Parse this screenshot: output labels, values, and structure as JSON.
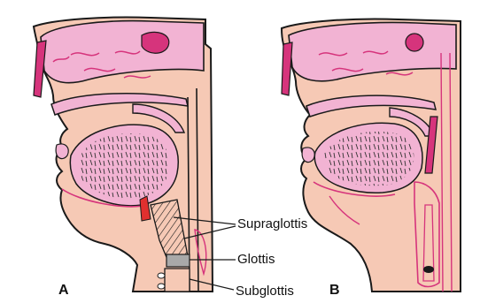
{
  "panels": [
    {
      "letter": "A"
    },
    {
      "letter": "B"
    }
  ],
  "labels": {
    "supraglottis": "Supraglottis",
    "glottis": "Glottis",
    "subglottis": "Subglottis"
  },
  "colors": {
    "skin": "#f6c9b5",
    "pink_light": "#f2b3d3",
    "magenta": "#d6347c",
    "red": "#e0302f",
    "outline": "#1a1a1a",
    "glottis_grey": "#a9a9a9"
  }
}
